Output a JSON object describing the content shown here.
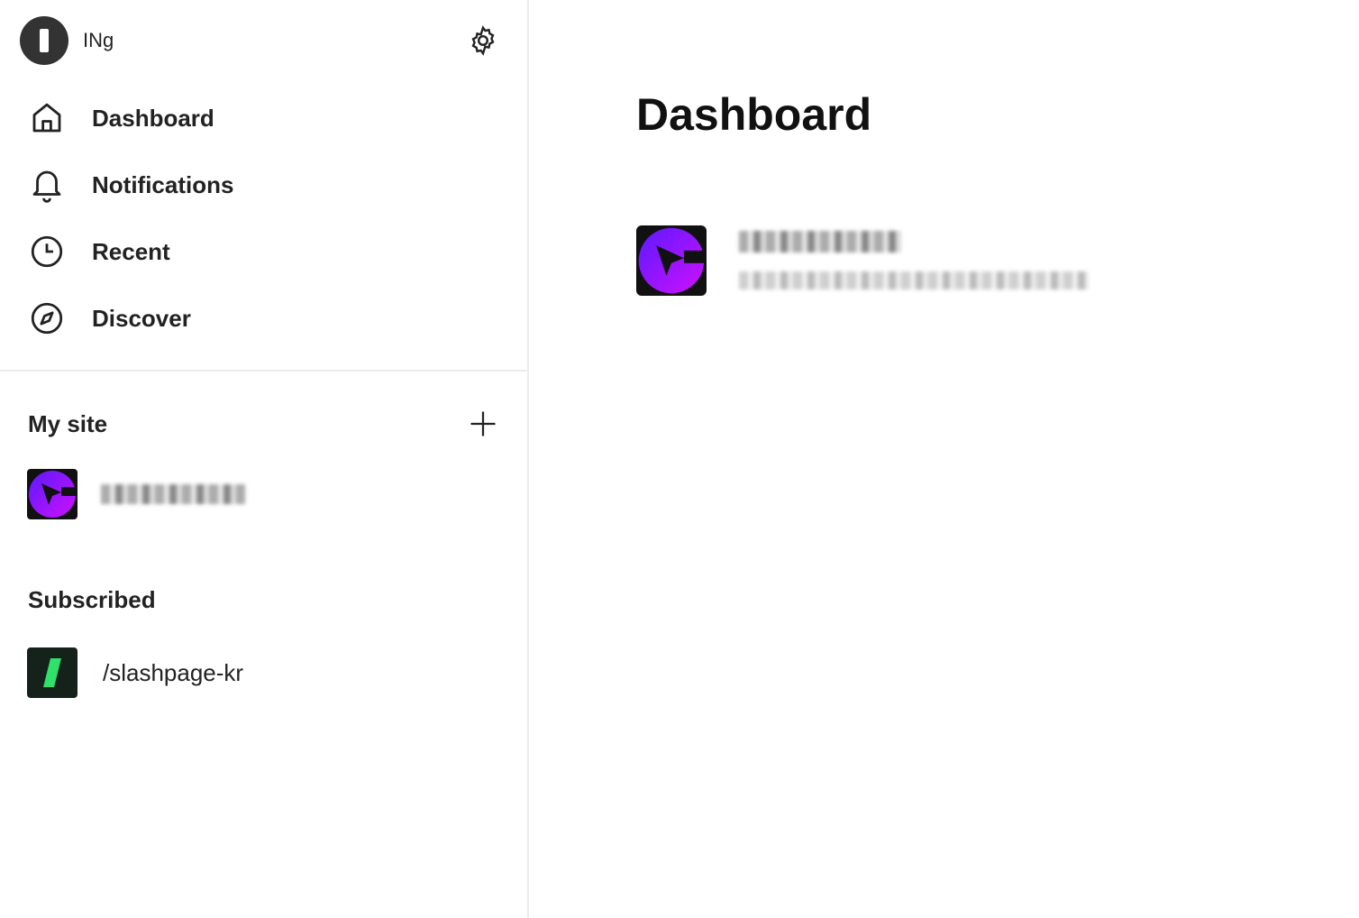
{
  "user": {
    "name": "INg"
  },
  "nav": [
    {
      "label": "Dashboard",
      "icon": "home-icon"
    },
    {
      "label": "Notifications",
      "icon": "bell-icon"
    },
    {
      "label": "Recent",
      "icon": "clock-icon"
    },
    {
      "label": "Discover",
      "icon": "compass-icon"
    }
  ],
  "my_site": {
    "title": "My site"
  },
  "subscribed": {
    "title": "Subscribed",
    "items": [
      {
        "label": "/slashpage-kr"
      }
    ]
  },
  "main": {
    "title": "Dashboard"
  },
  "colors": {
    "accent_purple": "#8a1cff",
    "slash_green": "#2fe06a"
  }
}
